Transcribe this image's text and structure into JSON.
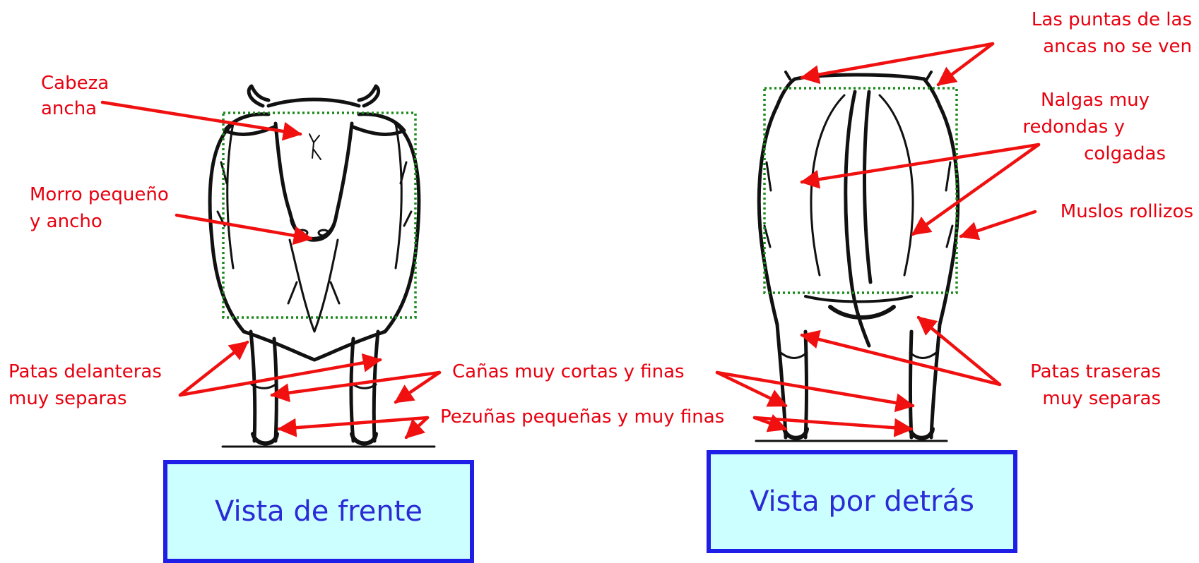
{
  "front": {
    "labels": {
      "cabeza_1": "Cabeza",
      "cabeza_2": "ancha",
      "morro_1": "Morro pequeño",
      "morro_2": "y ancho",
      "patas_del_1": "Patas delanteras",
      "patas_del_2": "muy separas"
    },
    "caption": "Vista de frente"
  },
  "back": {
    "labels": {
      "puntas_1": "Las puntas de las",
      "puntas_2": "ancas no se ven",
      "nalgas_1": "Nalgas muy",
      "nalgas_2": "redondas y",
      "nalgas_3": "colgadas",
      "muslos": "Muslos rollizos",
      "patas_tras_1": "Patas traseras",
      "patas_tras_2": "muy separas"
    },
    "caption": "Vista por detrás"
  },
  "shared": {
    "canas": "Cañas muy cortas y finas",
    "pezunas": "Pezuñas pequeñas y muy finas"
  },
  "colors": {
    "annotation": "#e8000f",
    "arrow": "#f01010",
    "dotted_box": "#1a8a1a",
    "caption_fill": "#ccffff",
    "caption_border": "#1e1ee6",
    "caption_text": "#2b2bd6"
  }
}
